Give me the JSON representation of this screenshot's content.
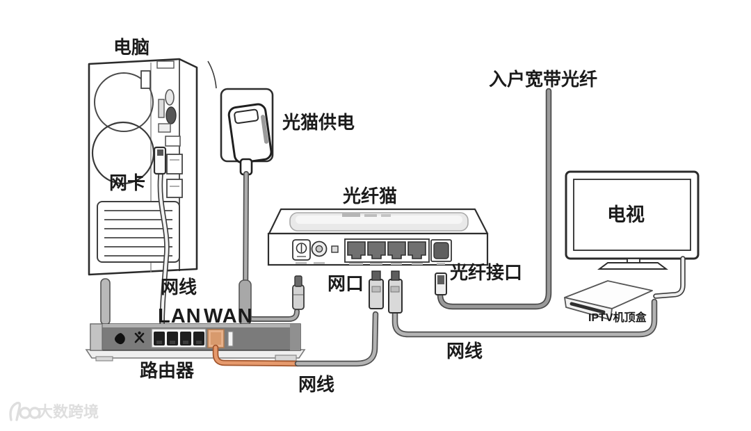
{
  "labels": {
    "computer": "电脑",
    "nic": "网卡",
    "modem_power": "光猫供电",
    "incoming_fiber": "入户宽带光纤",
    "modem": "光纤猫",
    "fiber_port": "光纤接口",
    "net_port": "网口",
    "cable_top": "网线",
    "lan": "LAN",
    "wan": "WAN",
    "router": "路由器",
    "cable_bottom": "网线",
    "cable_right": "网线",
    "tv": "电视",
    "iptv_box": "IPTV机顶盒",
    "watermark": "大数跨境"
  },
  "colors": {
    "line_art": "#2b2b2b",
    "cable_gray": "#b3b3b3",
    "cable_fiber": "#9a9a9a",
    "cable_orange": "#e69a6d",
    "router_body": "#7b7b7b",
    "wan_port": "#e7b18a",
    "watermark": "#dedede"
  },
  "icons": {
    "power_icon": "teardrop power inlet mark on router",
    "antenna_icon": "router antenna stub",
    "brand_logo_icon": "looping 100-style watermark logo"
  }
}
